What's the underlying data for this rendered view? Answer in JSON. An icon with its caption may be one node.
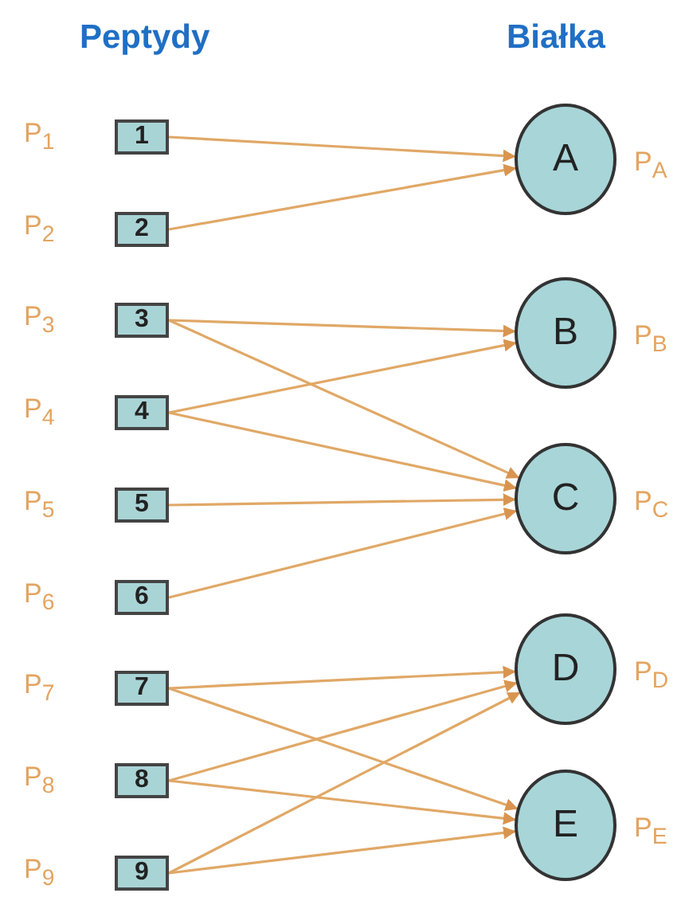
{
  "diagram": {
    "nodes": [
      {
        "text": [
          "1"
        ],
        "beside": [
          "P$_{1}$"
        ]
      },
      {
        "text": [
          "2"
        ],
        "beside": [
          "P$_{2}$"
        ]
      },
      {
        "text": [
          "3"
        ],
        "beside": [
          "P$_{3}$"
        ]
      },
      {
        "text": [
          "4"
        ],
        "beside": [
          "P$_{4}$"
        ]
      },
      {
        "text": [
          "5"
        ],
        "beside": [
          "P$_{5}$"
        ]
      },
      {
        "text": [
          "6"
        ],
        "beside": [
          "P$_{6}$"
        ]
      },
      {
        "text": [
          "7"
        ],
        "beside": [
          "P$_{7}$"
        ]
      },
      {
        "text": [
          "8"
        ],
        "beside": [
          "P$_{8}$"
        ]
      },
      {
        "text": [
          "9"
        ],
        "beside": [
          "P$_{9}$"
        ]
      },
      {
        "text": [
          "A"
        ],
        "beside": [
          "P$_{A}$"
        ]
      },
      {
        "text": [
          "B"
        ],
        "beside": [
          "P$_{B}$"
        ]
      },
      {
        "text": [
          "C"
        ],
        "beside": [
          "P$_{C}$"
        ]
      },
      {
        "text": [
          "D"
        ],
        "beside": [
          "P$_{D}$"
        ]
      },
      {
        "text": [
          "E"
        ],
        "beside": [
          "P$_{E}$"
        ]
      }
    ],
    "edges": [
      {
        "from": 0,
        "to": 9,
        "arrow": "to"
      },
      {
        "from": 1,
        "to": 9,
        "arrow": "to"
      },
      {
        "from": 2,
        "to": 10,
        "arrow": "to"
      },
      {
        "from": 2,
        "to": 11,
        "arrow": "to"
      },
      {
        "from": 3,
        "to": 10,
        "arrow": "to"
      },
      {
        "from": 3,
        "to": 11,
        "arrow": "to"
      },
      {
        "from": 4,
        "to": 11,
        "arrow": "to"
      },
      {
        "from": 5,
        "to": 11,
        "arrow": "to"
      },
      {
        "from": 6,
        "to": 12,
        "arrow": "to"
      },
      {
        "from": 6,
        "to": 13,
        "arrow": "to"
      },
      {
        "from": 7,
        "to": 12,
        "arrow": "to"
      },
      {
        "from": 7,
        "to": 13,
        "arrow": "to"
      },
      {
        "from": 8,
        "to": 12,
        "arrow": "to"
      },
      {
        "from": 8,
        "to": 13,
        "arrow": "to"
      }
    ],
    "labels": [
      "Peptydy",
      "Białka"
    ]
  }
}
